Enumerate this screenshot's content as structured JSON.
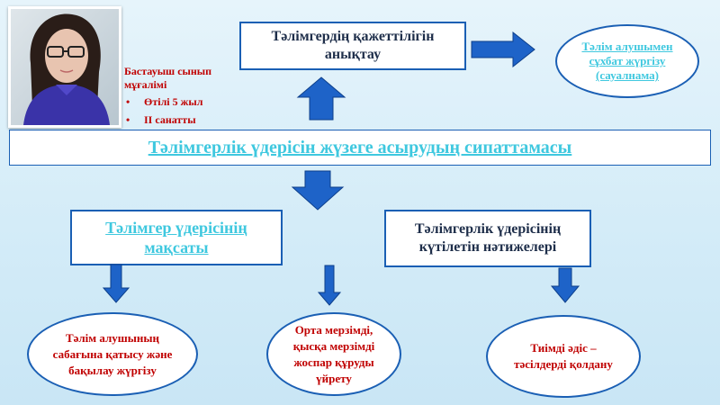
{
  "photo": {
    "alt": ""
  },
  "bio": {
    "role": "Бастауыш сынып мұғалімі",
    "bullets": [
      "Өтілі 5 жыл",
      "ІІ санатты"
    ]
  },
  "boxes": {
    "needs": "Тәлімгердің қажеттілігін анықтау",
    "main": "Тәлімгерлік үдерісін жүзеге асырудың сипаттамасы",
    "goal": "Тәлімгер үдерісінің мақсаты",
    "results": "Тәлімгерлік үдерісінің күтілетін нәтижелері"
  },
  "ovals": {
    "interview": "Тәлім алушымен сұхбат жүргізу (сауалнама)",
    "lesson": "Тәлім алушының сабағына қатысу және бақылау жүргізу",
    "plan": "Орта мерзімді, қысқа мерзімді жоспар құруды үйрету",
    "methods": "Тиімді әдіс – тәсілдерді қолдану"
  },
  "colors": {
    "arrow_fill": "#1e63c8",
    "arrow_stroke": "#0d3f8a",
    "box_border": "#1a5fb4",
    "cyan_text": "#3fc8df",
    "red_text": "#c00000",
    "dark_text": "#1e2e4a"
  }
}
